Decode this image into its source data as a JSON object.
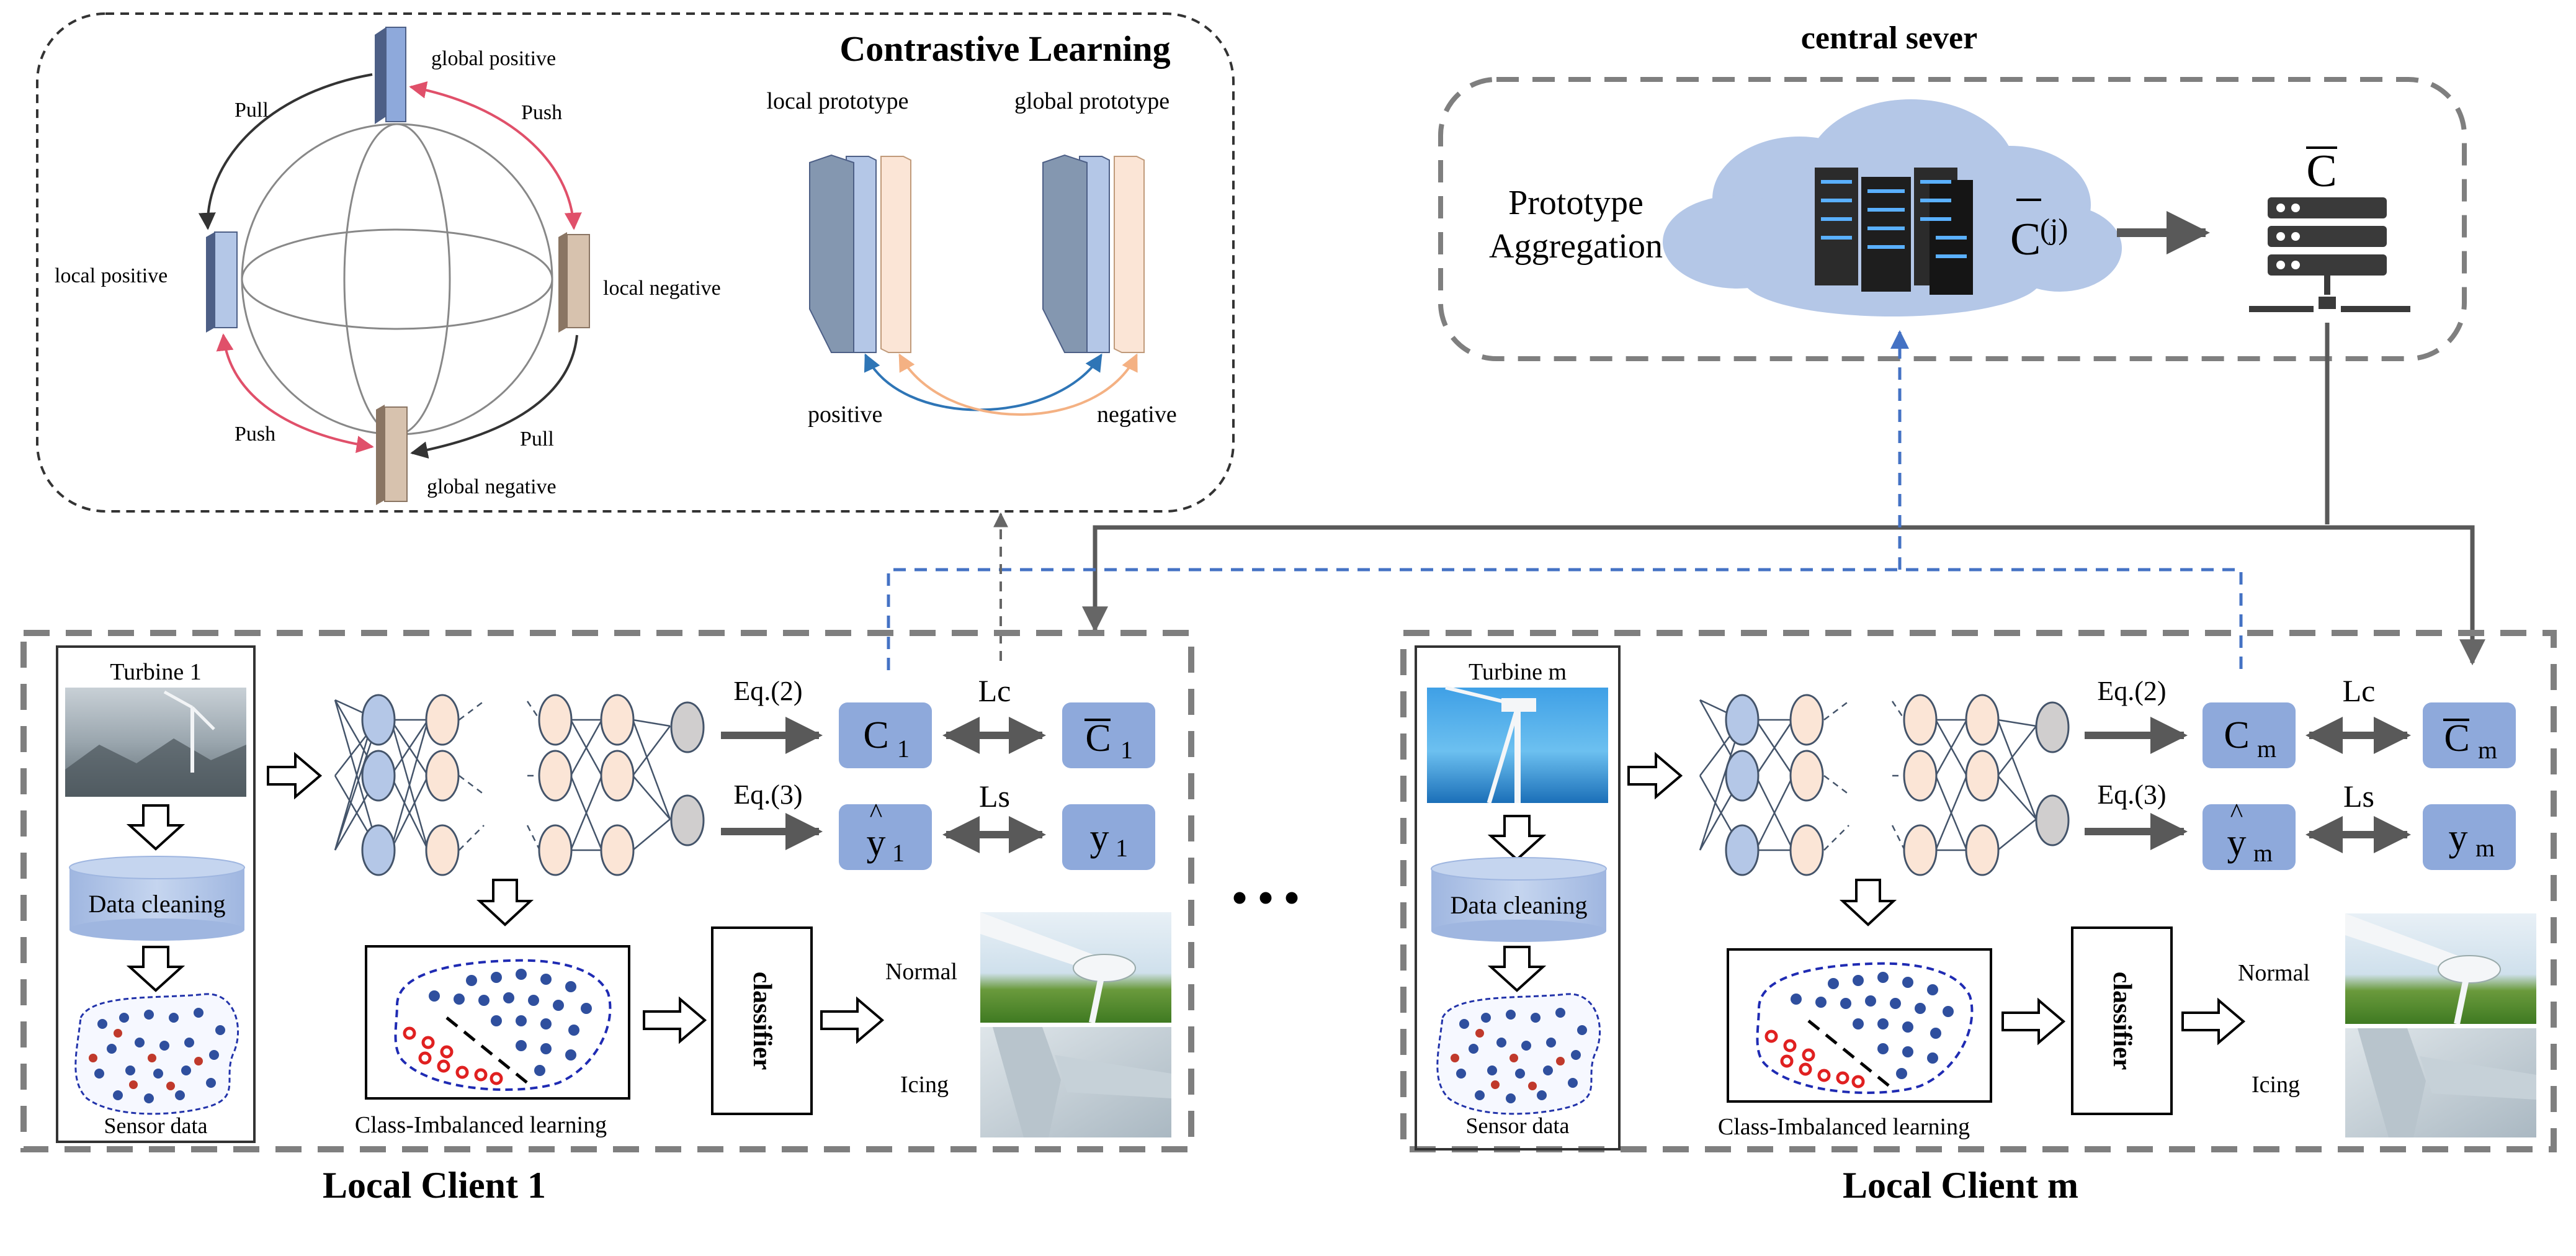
{
  "colors": {
    "box_blue": "#8ea9db",
    "light_blue": "#b4c7e7",
    "peach": "#fbe5d6",
    "gray_arrow": "#595959",
    "dashed_blue": "#4472c4",
    "push_red": "#e0506a",
    "pull_black": "#333333",
    "dot_blue": "#2f4f9e",
    "dot_red": "#e02020",
    "cloud": "#b4c7e7"
  },
  "contrastive": {
    "title": "Contrastive Learning",
    "global_positive": "global positive",
    "local_positive": "local positive",
    "local_negative": "local negative",
    "global_negative": "global negative",
    "pull_top": "Pull",
    "push_top": "Push",
    "push_bottom": "Push",
    "pull_bottom": "Pull",
    "local_prototype": "local prototype",
    "global_prototype": "global prototype",
    "positive": "positive",
    "negative": "negative"
  },
  "server": {
    "title": "central sever",
    "aggregation_line1": "Prototype",
    "aggregation_line2": "Aggregation",
    "cj_label": "C",
    "cj_superscript": "(j)",
    "cbar_label": "C"
  },
  "client1": {
    "turbine_title": "Turbine 1",
    "data_cleaning": "Data cleaning",
    "sensor_data": "Sensor data",
    "imbalanced": "Class-Imbalanced learning",
    "classifier": "classifier",
    "normal": "Normal",
    "icing": "Icing",
    "eq2": "Eq.(2)",
    "eq3": "Eq.(3)",
    "lc": "Lc",
    "ls": "Ls",
    "c_label": "C",
    "c_sub": "1",
    "cbar_label": "C",
    "cbar_sub": "1",
    "yhat_label": "y",
    "yhat_sub": "1",
    "y_label": "y",
    "y_sub": "1",
    "footer": "Local Client 1"
  },
  "clientm": {
    "turbine_title": "Turbine m",
    "data_cleaning": "Data cleaning",
    "sensor_data": "Sensor data",
    "imbalanced": "Class-Imbalanced learning",
    "classifier": "classifier",
    "normal": "Normal",
    "icing": "Icing",
    "eq2": "Eq.(2)",
    "eq3": "Eq.(3)",
    "lc": "Lc",
    "ls": "Ls",
    "c_label": "C",
    "c_sub": "m",
    "cbar_label": "C",
    "cbar_sub": "m",
    "yhat_label": "y",
    "yhat_sub": "m",
    "y_label": "y",
    "y_sub": "m",
    "footer": "Local Client m"
  },
  "ellipsis": "• • •"
}
